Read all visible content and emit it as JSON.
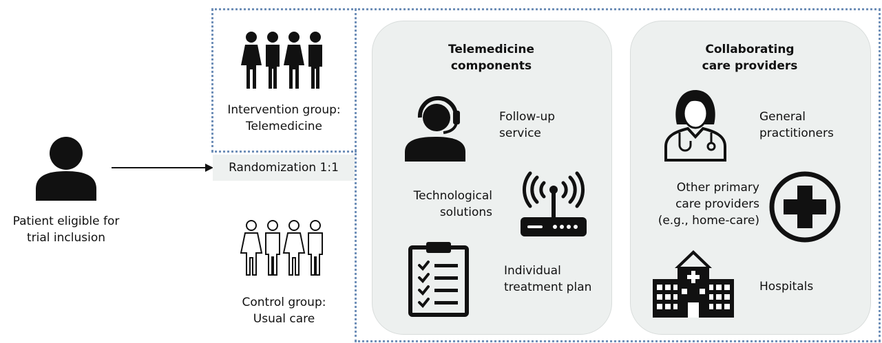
{
  "patient": {
    "label_line1": "Patient eligible for",
    "label_line2": "trial inclusion"
  },
  "randomization": {
    "label": "Randomization 1:1"
  },
  "intervention": {
    "line1": "Intervention group:",
    "line2": "Telemedicine"
  },
  "control": {
    "line1": "Control group:",
    "line2": "Usual care"
  },
  "telemedicine": {
    "title_line1": "Telemedicine",
    "title_line2": "components",
    "items": [
      {
        "icon": "headset-operator-icon",
        "line1": "Follow-up",
        "line2": "service"
      },
      {
        "icon": "wifi-router-icon",
        "line1": "Technological",
        "line2": "solutions"
      },
      {
        "icon": "clipboard-checklist-icon",
        "line1": "Individual",
        "line2": "treatment plan"
      }
    ]
  },
  "providers": {
    "title_line1": "Collaborating",
    "title_line2": "care providers",
    "items": [
      {
        "icon": "doctor-stethoscope-icon",
        "line1": "General",
        "line2": "practitioners"
      },
      {
        "icon": "medical-cross-icon",
        "line1": "Other primary",
        "line2": "care providers",
        "line3": "(e.g., home-care)"
      },
      {
        "icon": "hospital-building-icon",
        "line1": "Hospitals"
      }
    ]
  },
  "colors": {
    "panel": "#edf0ef",
    "dotted_border": "#6f8fb8",
    "icon": "#111111"
  }
}
